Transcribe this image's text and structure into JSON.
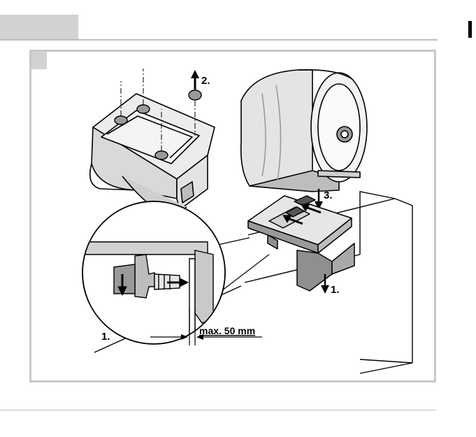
{
  "figure": {
    "steps": {
      "mount_1": "1.",
      "remove_feet_2": "2.",
      "attach_3": "3.",
      "clamp_1": "1."
    },
    "dimension_label": "max. 50 mm"
  },
  "colors": {
    "frame": "#c8c8c8",
    "header_tab": "#d2d2d2",
    "part_fill": "#e6e6e6",
    "part_dark": "#9a9a9a",
    "part_shadow": "#7d7d7d"
  }
}
